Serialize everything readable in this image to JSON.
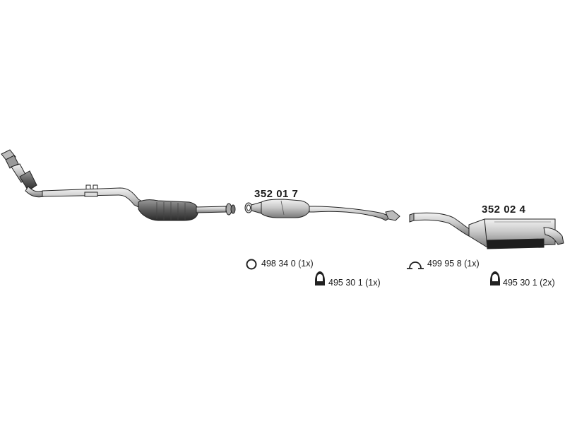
{
  "parts": {
    "middle_section": "352 01 7",
    "rear_silencer": "352 02 4"
  },
  "accessories": {
    "ring_a": "498 34 0  (1x)",
    "mount_a": "495 30 1  (1x)",
    "clamp_b": "499 95 8  (1x)",
    "mount_b": "495 30 1  (2x)"
  },
  "icons": {
    "ring": "sealing-ring-icon",
    "mount": "rubber-mount-icon",
    "clamp": "pipe-clamp-icon"
  }
}
